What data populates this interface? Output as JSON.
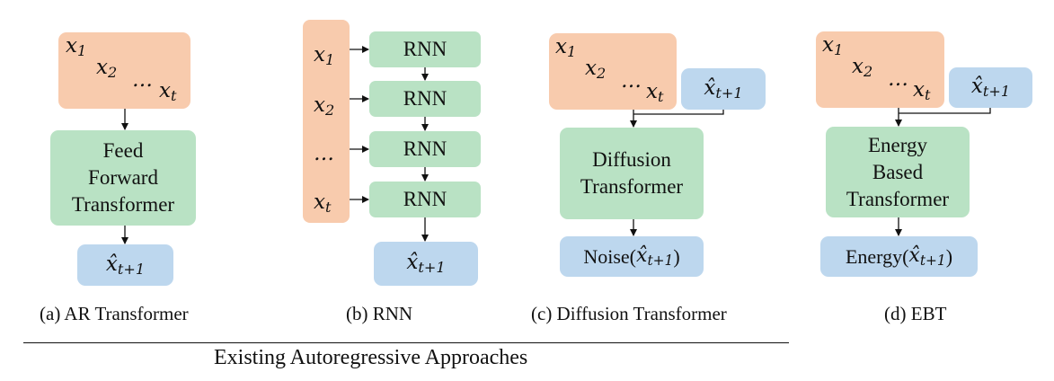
{
  "panels": {
    "a": {
      "caption": "(a) AR Transformer",
      "inputs": [
        {
          "base": "x",
          "sub": "1"
        },
        {
          "base": "x",
          "sub": "2"
        },
        {
          "base": "…",
          "sub": ""
        },
        {
          "base": "x",
          "sub": "t"
        }
      ],
      "model": [
        "Feed",
        "Forward",
        "Transformer"
      ],
      "output": {
        "base": "x̂",
        "sub": "t+1"
      }
    },
    "b": {
      "caption": "(b) RNN",
      "inputs": [
        {
          "base": "x",
          "sub": "1"
        },
        {
          "base": "x",
          "sub": "2"
        },
        {
          "base": "…",
          "sub": ""
        },
        {
          "base": "x",
          "sub": "t"
        }
      ],
      "cells": [
        "RNN",
        "RNN",
        "RNN",
        "RNN"
      ],
      "output": {
        "base": "x̂",
        "sub": "t+1"
      }
    },
    "c": {
      "caption": "(c) Diffusion Transformer",
      "inputs": [
        {
          "base": "x",
          "sub": "1"
        },
        {
          "base": "x",
          "sub": "2"
        },
        {
          "base": "…",
          "sub": ""
        },
        {
          "base": "x",
          "sub": "t"
        }
      ],
      "candidate": {
        "base": "x̂",
        "sub": "t+1"
      },
      "model": [
        "Diffusion",
        "Transformer"
      ],
      "output_prefix": "Noise(",
      "output_var": {
        "base": "x̂",
        "sub": "t+1"
      },
      "output_suffix": ")"
    },
    "d": {
      "caption": "(d) EBT",
      "inputs": [
        {
          "base": "x",
          "sub": "1"
        },
        {
          "base": "x",
          "sub": "2"
        },
        {
          "base": "…",
          "sub": ""
        },
        {
          "base": "x",
          "sub": "t"
        }
      ],
      "candidate": {
        "base": "x̂",
        "sub": "t+1"
      },
      "model": [
        "Energy",
        "Based",
        "Transformer"
      ],
      "output_prefix": "Energy(",
      "output_var": {
        "base": "x̂",
        "sub": "t+1"
      },
      "output_suffix": ")"
    }
  },
  "group_caption": "Existing Autoregressive Approaches",
  "colors": {
    "input": "#f8cbad",
    "model": "#b9e2c4",
    "output": "#bdd7ee"
  }
}
